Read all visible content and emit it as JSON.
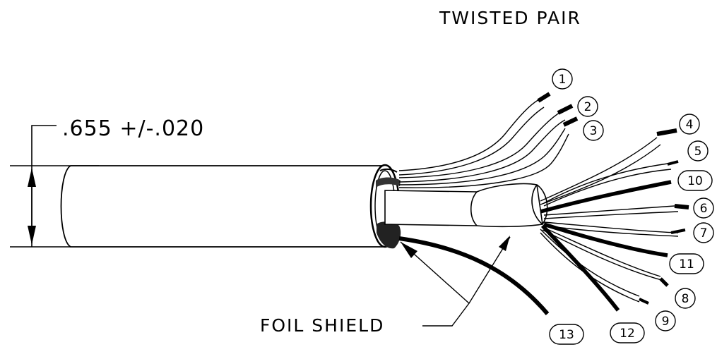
{
  "title": "TWISTED PAIR",
  "dimension": {
    "text": ".655 +/-.020"
  },
  "foil_shield_label": "FOIL SHIELD",
  "callouts": [
    "1",
    "2",
    "3",
    "4",
    "5",
    "10",
    "6",
    "7",
    "11",
    "8",
    "9",
    "12",
    "13"
  ]
}
